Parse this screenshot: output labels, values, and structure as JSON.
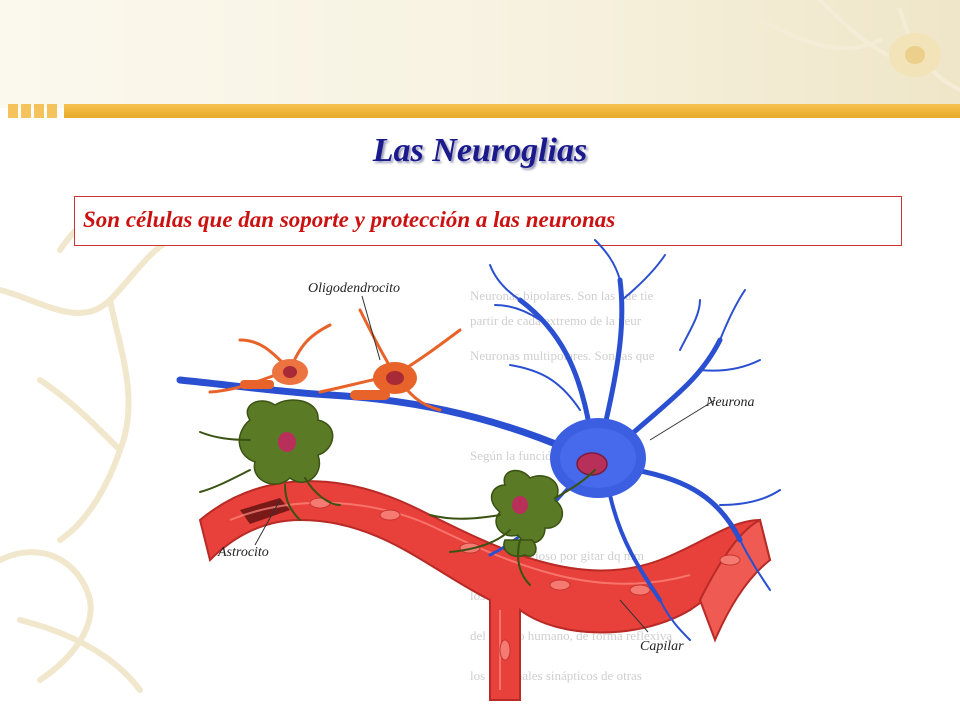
{
  "slide": {
    "title": "Las  Neuroglias",
    "subtitle": "Son células que dan soporte y protección a las neuronas"
  },
  "diagram": {
    "labels": {
      "oligodendrocito": "Oligodendrocito",
      "neurona": "Neurona",
      "astrocito": "Astrocito",
      "capilar": "Capilar"
    }
  },
  "colors": {
    "title": "#1a1a8c",
    "subtitle": "#cc1111",
    "accent_band": "#f0b83a",
    "neuron": "#2a4fd0",
    "vessel": "#e8403a",
    "oligodendrocyte": "#e8632a",
    "astrocyte": "#4f6e22",
    "nucleus": "#b8305a"
  }
}
